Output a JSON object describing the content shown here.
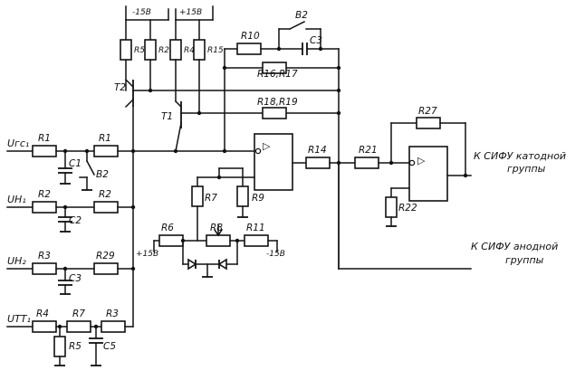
{
  "inputs": {
    "in1": "Uгс₁",
    "in2": "UН₁",
    "in3": "UН₂",
    "in4": "UТТ₁"
  },
  "supply": {
    "minus_top": "-15В",
    "plus_top": "+15В",
    "plus_mid": "+15В",
    "minus_mid": "-15В"
  },
  "resistors": {
    "r1a": "R1",
    "r1b": "R1",
    "r2a": "R2",
    "r2b": "R2",
    "r3": "R3",
    "r29": "R29",
    "r4": "R4",
    "r7a": "R7",
    "r3b": "R3",
    "r5b": "R5",
    "r5": "R5",
    "r28": "R28",
    "r4top": "R4",
    "r15": "R15",
    "r10": "R10",
    "r16": "R16,R17",
    "r18": "R18,R19",
    "r14": "R14",
    "r21": "R21",
    "r27": "R27",
    "r22": "R22",
    "r7": "R7",
    "r9": "R9",
    "r6": "R6",
    "r8": "R8",
    "r11": "R11"
  },
  "capacitors": {
    "c1": "C1",
    "c2": "C2",
    "c3": "C3",
    "c5": "C5",
    "c3top": "C3"
  },
  "transistors": {
    "t1": "T1",
    "t2": "T2"
  },
  "switches": {
    "b2a": "B2",
    "b2b": "B2"
  },
  "outputs": {
    "cathode_1": "К СИФУ катодной",
    "cathode_2": "группы",
    "anode_1": "К СИФУ анодной",
    "anode_2": "группы"
  },
  "amp_symbol": "▷"
}
